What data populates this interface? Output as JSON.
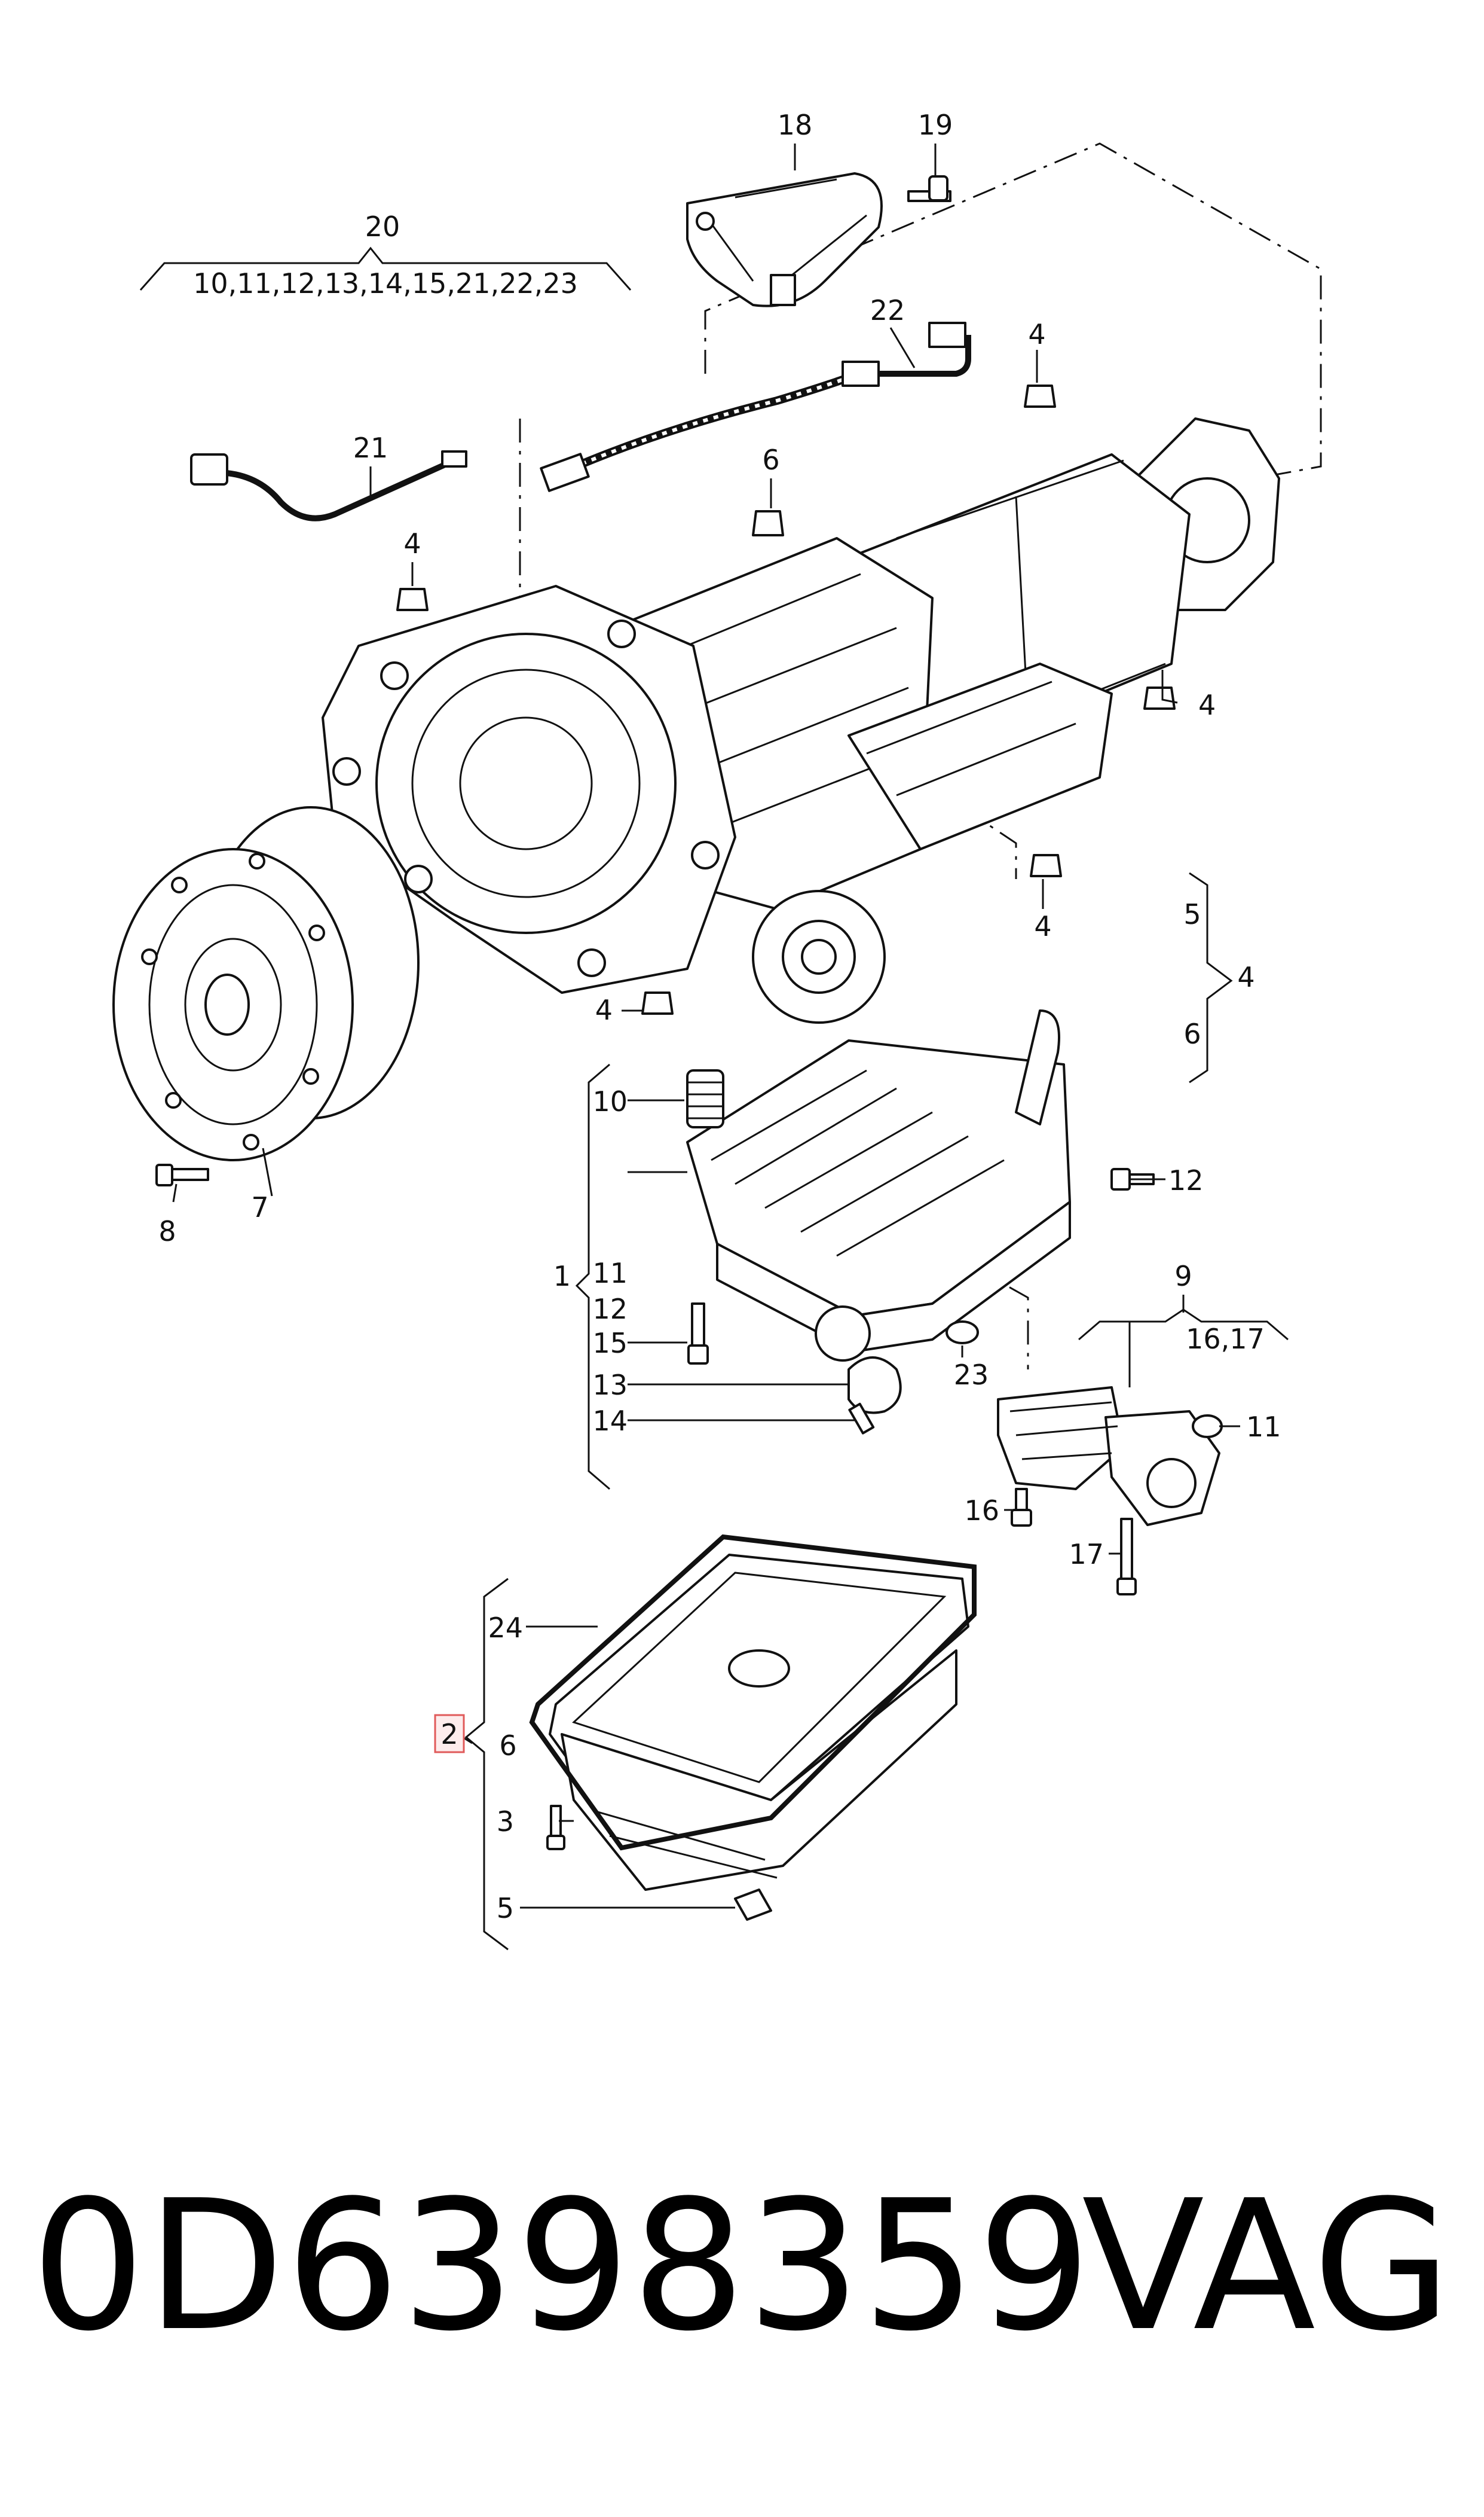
{
  "callouts": {
    "c18": "18",
    "c19": "19",
    "c20": "20",
    "c20_list": "10,11,12,13,14,15,21,22,23",
    "c22": "22",
    "c4_top": "4",
    "c21": "21",
    "c4_left": "4",
    "c6_top": "6",
    "c4_right": "4",
    "c4_mid": "4",
    "c4_bottom": "4",
    "c5_group": "5",
    "c4_group": "4",
    "c6_group": "6",
    "c10": "10",
    "c12_right": "12",
    "c1": "1",
    "c11_left": "11",
    "c12_left": "12",
    "c15": "15",
    "c13": "13",
    "c14": "14",
    "c23": "23",
    "c9": "9",
    "c16_17": "16,17",
    "c11_right": "11",
    "c16": "16",
    "c17": "17",
    "c8": "8",
    "c7": "7",
    "c24": "24",
    "c2": "2",
    "c6_pan": "6",
    "c3": "3",
    "c5_pan": "5"
  },
  "highlight_color": "#e05a5a",
  "footer": {
    "part_number": "0D6398359",
    "brand": "VAG"
  }
}
